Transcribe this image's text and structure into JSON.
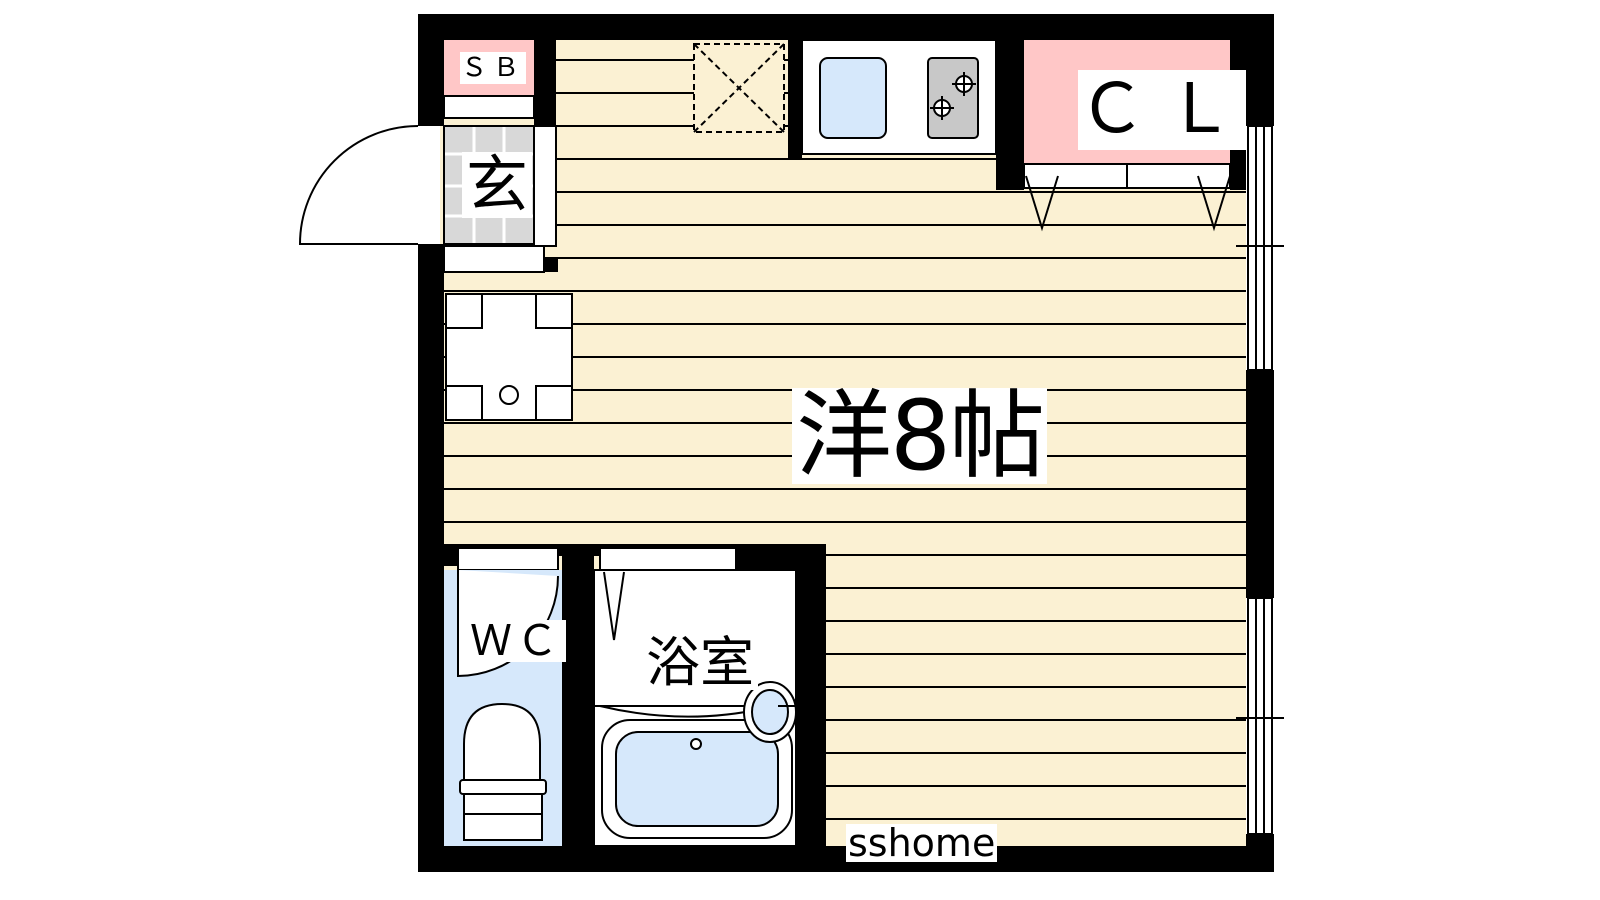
{
  "floorplan": {
    "room_label": "洋8帖",
    "closet_label": "ＣＬ",
    "shoe_box_label": "ＳＢ",
    "entrance_label": "玄",
    "toilet_label": "ＷＣ",
    "bathroom_label": "浴室",
    "watermark": "sshome"
  },
  "colors": {
    "wall": "#000000",
    "floor": "#FBF1D3",
    "plank_line": "#000000",
    "storage_pink": "#FFC7C7",
    "fixture_blue": "#D6E8FB",
    "stove_grey": "#C8C8C8"
  },
  "icons": [
    "door-swing-icon",
    "entrance-tile-icon",
    "refrigerator-space-icon",
    "sink-icon",
    "stove-icon",
    "table-icon",
    "toilet-icon",
    "bathtub-icon",
    "washbasin-icon",
    "window-icon"
  ]
}
